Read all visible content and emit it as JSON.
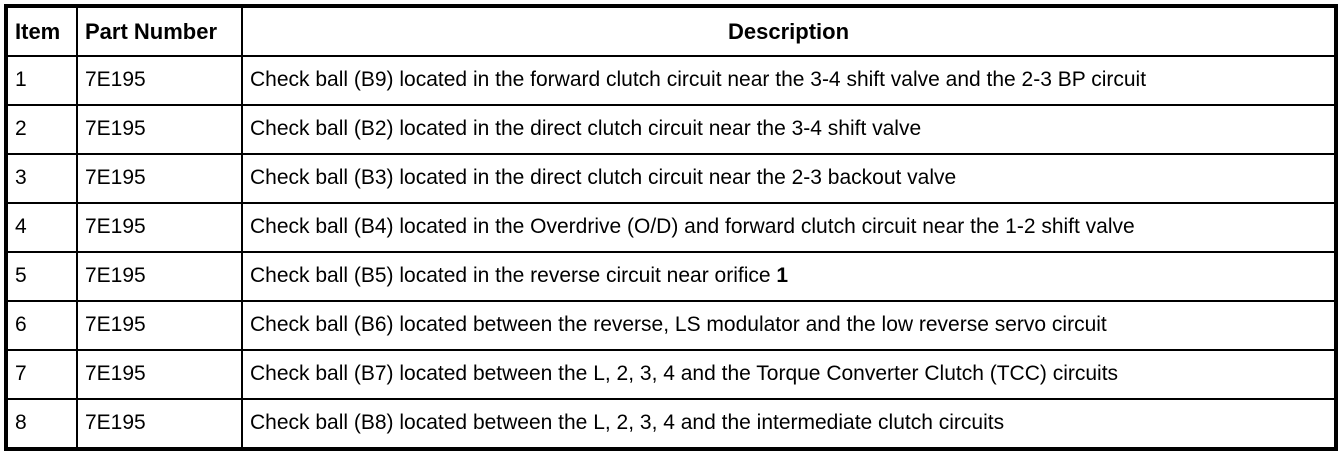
{
  "table": {
    "columns": [
      {
        "key": "item",
        "label": "Item",
        "align": "left"
      },
      {
        "key": "part_number",
        "label": "Part Number",
        "align": "left"
      },
      {
        "key": "description",
        "label": "Description",
        "align": "center"
      }
    ],
    "rows": [
      {
        "item": "1",
        "part_number": "7E195",
        "description": "Check ball (B9) located in the forward clutch circuit near the 3-4 shift valve and the 2-3 BP circuit"
      },
      {
        "item": "2",
        "part_number": "7E195",
        "description": "Check ball (B2) located in the direct clutch circuit near the 3-4 shift valve"
      },
      {
        "item": "3",
        "part_number": "7E195",
        "description": "Check ball (B3) located in the direct clutch circuit near the 2-3 backout valve"
      },
      {
        "item": "4",
        "part_number": "7E195",
        "description": "Check ball (B4) located in the Overdrive (O/D) and forward clutch circuit near the 1-2 shift valve"
      },
      {
        "item": "5",
        "part_number": "7E195",
        "description_prefix": "Check ball (B5) located in the reverse circuit near orifice ",
        "description_bold": "1",
        "description": "Check ball (B5) located in the reverse circuit near orifice 1"
      },
      {
        "item": "6",
        "part_number": "7E195",
        "description": "Check ball (B6) located between the reverse, LS modulator and the low reverse servo circuit"
      },
      {
        "item": "7",
        "part_number": "7E195",
        "description": "Check ball (B7) located between the L, 2, 3, 4 and the Torque Converter Clutch (TCC) circuits"
      },
      {
        "item": "8",
        "part_number": "7E195",
        "description": "Check ball (B8) located between the L, 2, 3, 4 and the intermediate clutch circuits"
      }
    ]
  },
  "colors": {
    "border": "#000000",
    "text": "#000000",
    "background": "#ffffff"
  }
}
